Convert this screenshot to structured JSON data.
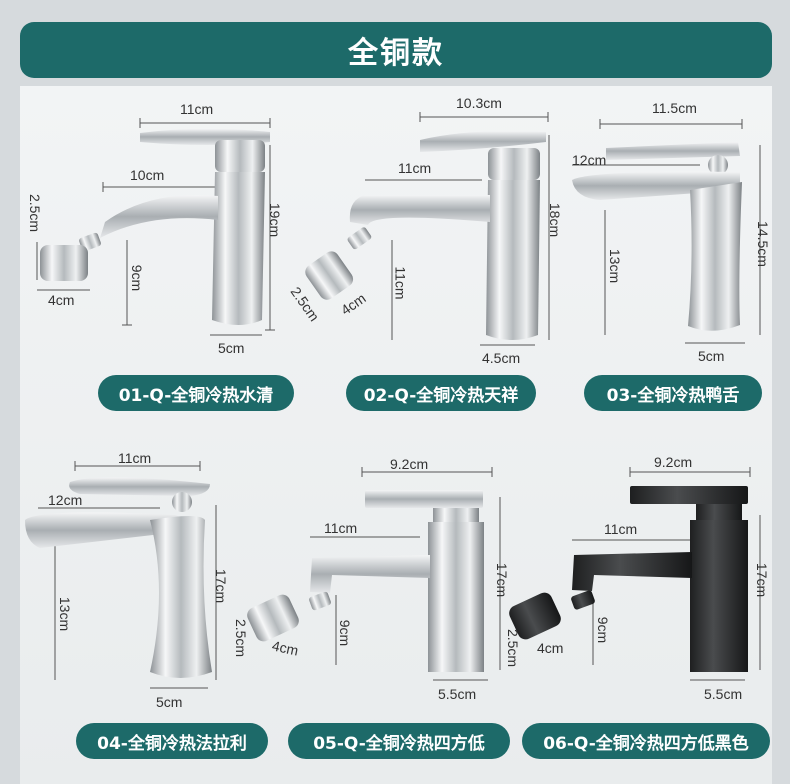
{
  "header": {
    "title": "全铜款"
  },
  "colors": {
    "accent": "#1d6a69",
    "background": "#d6dadd"
  },
  "products": [
    {
      "label": "01-Q-全铜冷热水清",
      "dims": {
        "top": "11cm",
        "spout": "10cm",
        "height": "19cm",
        "aerator_h": "2.5cm",
        "aerator_w": "4cm",
        "spout_h": "9cm",
        "base": "5cm"
      }
    },
    {
      "label": "02-Q-全铜冷热天祥",
      "dims": {
        "top": "10.3cm",
        "spout": "11cm",
        "height": "18cm",
        "aerator_h": "2.5cm",
        "aerator_w": "4cm",
        "spout_h": "11cm",
        "base": "4.5cm"
      }
    },
    {
      "label": "03-全铜冷热鸭舌",
      "dims": {
        "top": "11.5cm",
        "spout": "12cm",
        "height": "14.5cm",
        "spout_h": "13cm",
        "base": "5cm"
      }
    },
    {
      "label": "04-全铜冷热法拉利",
      "dims": {
        "top": "11cm",
        "spout": "12cm",
        "height": "17cm",
        "spout_h": "13cm",
        "base": "5cm"
      }
    },
    {
      "label": "05-Q-全铜冷热四方低",
      "dims": {
        "top": "9.2cm",
        "spout": "11cm",
        "height": "17cm",
        "aerator_h": "2.5cm",
        "aerator_w": "4cm",
        "spout_h": "9cm",
        "base": "5.5cm"
      }
    },
    {
      "label": "06-Q-全铜冷热四方低黑色",
      "dims": {
        "top": "9.2cm",
        "spout": "11cm",
        "height": "17cm",
        "aerator_h": "2.5cm",
        "aerator_w": "4cm",
        "spout_h": "9cm",
        "base": "5.5cm"
      }
    }
  ]
}
